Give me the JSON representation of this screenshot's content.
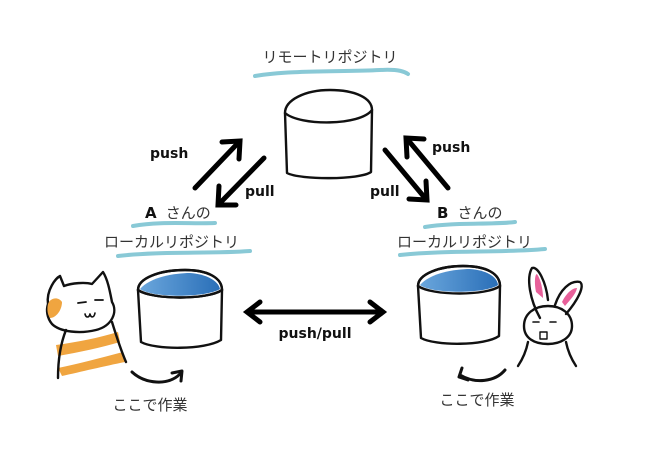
{
  "remote": {
    "title": "リモートリポジトリ",
    "color": "#ecea3a"
  },
  "local_a": {
    "owner_letter": "A",
    "owner_suffix": "さんの",
    "title": "ローカルリポジトリ",
    "work_label": "ここで作業",
    "color": "#2f7ac4"
  },
  "local_b": {
    "owner_letter": "B",
    "owner_suffix": "さんの",
    "title": "ローカルリポジトリ",
    "work_label": "ここで作業",
    "color": "#2f7ac4"
  },
  "arrows": {
    "a_push": "push",
    "a_pull": "pull",
    "b_push": "push",
    "b_pull": "pull",
    "between": "push/pull"
  },
  "characters": {
    "a": "cat-icon",
    "b": "rabbit-icon"
  },
  "colors": {
    "underline": "#7cc3d1",
    "cat_orange": "#f0a540",
    "rabbit_pink": "#e8609a"
  }
}
